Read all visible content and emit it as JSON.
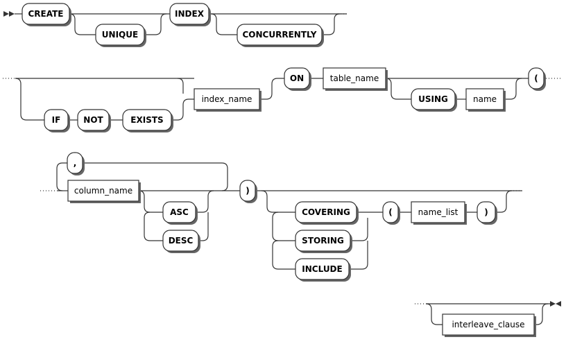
{
  "diagram": {
    "title": "",
    "keywords": {
      "create": "CREATE",
      "unique": "UNIQUE",
      "index": "INDEX",
      "concurrently": "CONCURRENTLY",
      "if": "IF",
      "not": "NOT",
      "exists": "EXISTS",
      "on": "ON",
      "using": "USING",
      "lparen1": "(",
      "comma": ",",
      "asc": "ASC",
      "desc": "DESC",
      "rparen1": ")",
      "covering": "COVERING",
      "storing": "STORING",
      "include": "INCLUDE",
      "lparen2": "(",
      "rparen2": ")"
    },
    "nonterminals": {
      "index_name": "index_name",
      "table_name": "table_name",
      "name": "name",
      "column_name": "column_name",
      "name_list": "name_list",
      "interleave_clause": "interleave_clause"
    }
  }
}
